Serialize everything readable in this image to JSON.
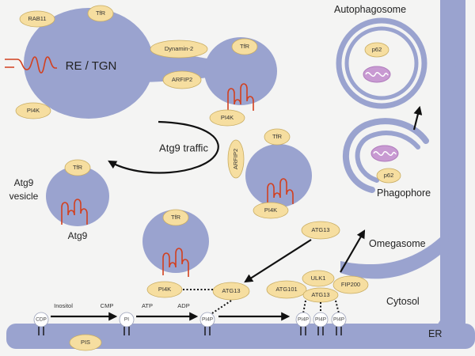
{
  "labels": {
    "re_tgn": "RE / TGN",
    "atg9_traffic": "Atg9 traffic",
    "atg9_vesicle_1": "Atg9",
    "atg9_vesicle_2": "vesicle",
    "atg9": "Atg9",
    "autophagosome": "Autophagosome",
    "phagophore": "Phagophore",
    "omegasome": "Omegasome",
    "cytosol": "Cytosol",
    "er": "ER"
  },
  "proteins": {
    "rab11": "RAB11",
    "tfr": "TfR",
    "pi4k": "PI4K",
    "dynamin2": "Dynamin-2",
    "arfip2": "ARFIP2",
    "atg13": "ATG13",
    "atg101": "ATG101",
    "ulk1": "ULK1",
    "fip200": "FIP200",
    "p62": "p62",
    "pis": "PIS"
  },
  "pathway": {
    "cdp": "CDP",
    "inositol": "Inositol",
    "cmp": "CMP",
    "pi": "PI",
    "atp": "ATP",
    "adp": "ADP",
    "pi4p": "PI4P"
  },
  "colors": {
    "membrane": "#9aa3cf",
    "protein": "#f6dea0",
    "protein_border": "#c9ad62",
    "transmembrane": "#d2401f",
    "mitochondrion": "#c89ad2",
    "background": "#f4f4f3"
  }
}
